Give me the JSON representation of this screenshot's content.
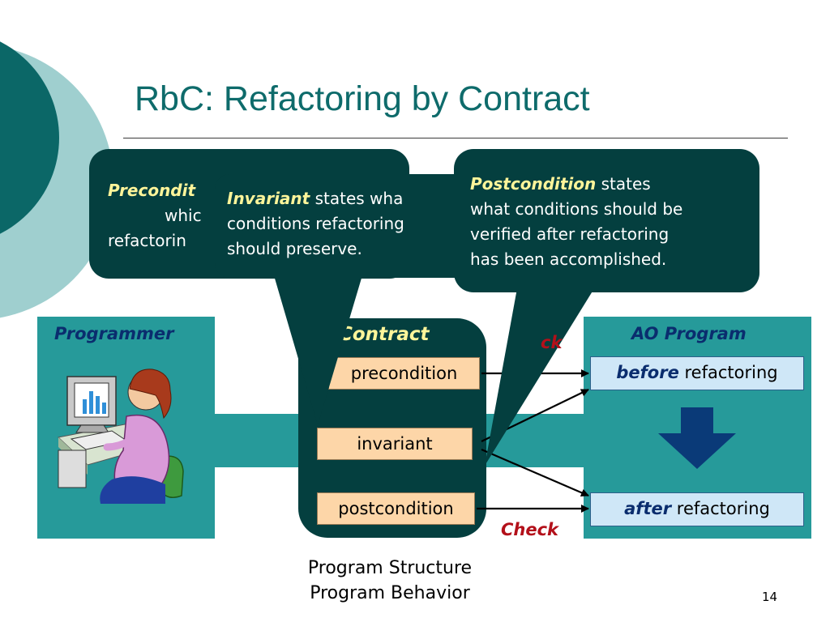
{
  "slide": {
    "title": "RbC: Refactoring by Contract",
    "page_number": "14"
  },
  "programmer": {
    "title": "Programmer"
  },
  "contract": {
    "title": "Contract",
    "boxes": [
      "precondition",
      "invariant",
      "postcondition"
    ]
  },
  "ao_program": {
    "title": "AO Program",
    "before_em": "before",
    "before_rest": " refactoring",
    "after_em": "after",
    "after_rest": " refactoring"
  },
  "checks": {
    "top_partial": "ck",
    "bottom": "Check"
  },
  "bubbles": {
    "precondition": {
      "line1_em": "Precondi",
      "line1_rest": "t",
      "line2": "whic",
      "line3": "refactorin"
    },
    "invariant": {
      "em": "Invariant",
      "rest": " states wha",
      "line2": "conditions refactoring",
      "line3": "should preserve."
    },
    "postcondition": {
      "em": "Postcondition",
      "rest": " states",
      "line2": "what conditions should be",
      "line3": "verified after refactoring",
      "line4": "has been accomplished."
    }
  },
  "captions": {
    "line1": "Program Structure",
    "line2": "Program Behavior"
  },
  "colors": {
    "title": "#0e6b6b",
    "panel": "#269a9a",
    "dark": "#043f3f",
    "emphasis": "#fff59a",
    "check": "#b3101a",
    "box_orange": "#fdd6a8",
    "box_blue": "#cfe7f7"
  },
  "icons": [
    "programmer-at-computer-icon",
    "down-arrow-icon"
  ]
}
